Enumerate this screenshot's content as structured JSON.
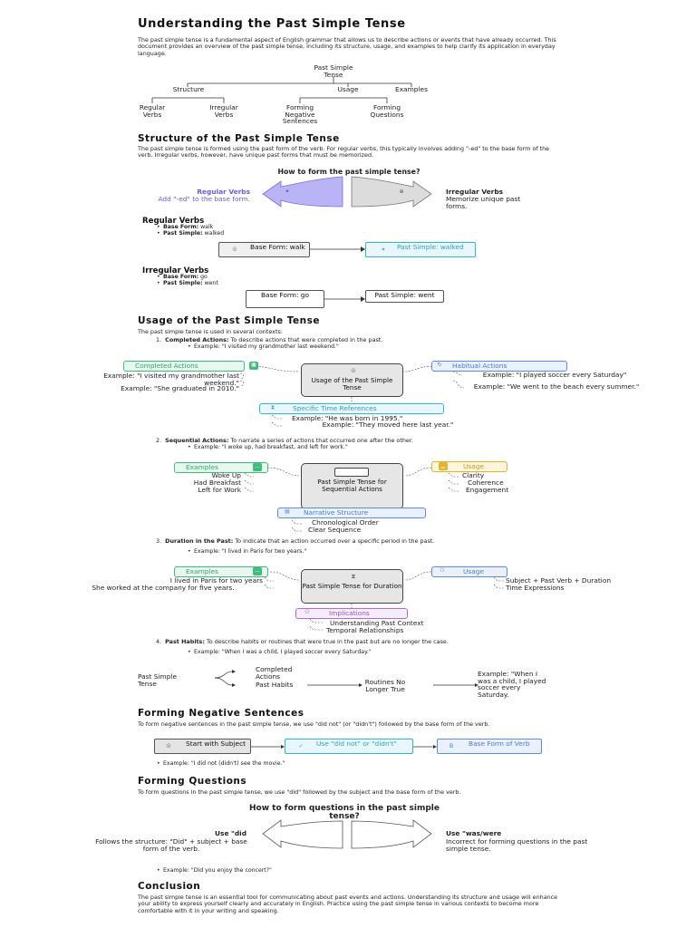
{
  "title": "Understanding the Past Simple Tense",
  "intro": "The past simple tense is a fundamental aspect of English grammar that allows us to describe actions or events that have already occurred. This document provides an overview of the past simple tense, including its structure, usage, and examples to help clarify its application in everyday language.",
  "tree": {
    "root": "Past Simple Tense",
    "structure": "Structure",
    "usage": "Usage",
    "examples": "Examples",
    "regular": "Regular Verbs",
    "irregular": "Irregular Verbs",
    "negative": "Forming Negative Sentences",
    "questions": "Forming Questions"
  },
  "structure": {
    "heading": "Structure of the Past Simple Tense",
    "text": "The past simple tense is formed using the past form of the verb. For regular verbs, this typically involves adding \"-ed\" to the base form of the verb. Irregular verbs, however, have unique past forms that must be memorized.",
    "diagram_title": "How to form the past simple tense?",
    "left_title": "Regular Verbs",
    "left_sub": "Add \"-ed\" to the base form.",
    "right_title": "Irregular Verbs",
    "right_sub": "Memorize unique past forms.",
    "regular_heading": "Regular Verbs",
    "regular_base_label": "Base Form:",
    "regular_base": "walk",
    "regular_past_label": "Past Simple:",
    "regular_past": "walked",
    "regular_box1": "Base Form: walk",
    "regular_box2": "Past Simple: walked",
    "irregular_heading": "Irregular Verbs",
    "irregular_base_label": "Base Form:",
    "irregular_base": "go",
    "irregular_past_label": "Past Simple:",
    "irregular_past": "went",
    "irregular_box1": "Base Form: go",
    "irregular_box2": "Past Simple: went"
  },
  "usage": {
    "heading": "Usage of the Past Simple Tense",
    "intro": "The past simple tense is used in several contexts:",
    "item1_label": "Completed Actions:",
    "item1_text": "To describe actions that were completed in the past.",
    "item1_example": "Example: \"I visited my grandmother last weekend.\"",
    "m1": {
      "center": "Usage of the Past Simple Tense",
      "left_pill": "Completed Actions",
      "left_a": "Example: \"I visited my grandmother last weekend.\"",
      "left_b": "Example: \"She graduated in 2010.\"",
      "right_pill": "Habitual Actions",
      "right_a": "Example: \"I played soccer every Saturday\"",
      "right_b": "Example: \"We went to the beach every summer.\"",
      "bottom_pill": "Specific Time References",
      "bottom_a": "Example: \"He was born in 1995.\"",
      "bottom_b": "Example: \"They moved here last year.\""
    },
    "item2_label": "Sequential Actions:",
    "item2_text": "To narrate a series of actions that occurred one after the other.",
    "item2_example": "Example: \"I woke up, had breakfast, and left for work.\"",
    "m2": {
      "center": "Past Simple Tense for Sequential Actions",
      "left_pill": "Examples",
      "left_a": "Woke Up",
      "left_b": "Had Breakfast",
      "left_c": "Left for Work",
      "right_pill": "Usage",
      "right_a": "Clarity",
      "right_b": "Coherence",
      "right_c": "Engagement",
      "bottom_pill": "Narrative Structure",
      "bottom_a": "Chronological Order",
      "bottom_b": "Clear Sequence"
    },
    "item3_label": "Duration in the Past:",
    "item3_text": "To indicate that an action occurred over a specific period in the past.",
    "item3_example": "Example: \"I lived in Paris for two years.\"",
    "m3": {
      "center": "Past Simple Tense for Duration",
      "left_pill": "Examples",
      "left_a": "I lived in Paris for two years",
      "left_b": "She worked at the company for five years.",
      "right_pill": "Usage",
      "right_a": "Subject + Past Verb + Duration",
      "right_b": "Time Expressions",
      "bottom_pill": "Implications",
      "bottom_a": "Understanding Past Context",
      "bottom_b": "Temporal Relationships"
    },
    "item4_label": "Past Habits:",
    "item4_text": "To describe habits or routines that were true in the past but are no longer the case.",
    "item4_example": "Example: \"When I was a child, I played soccer every Saturday.\"",
    "flow": {
      "root": "Past Simple Tense",
      "a": "Completed Actions",
      "b": "Past Habits",
      "c": "Routines No Longer True",
      "d": "Example: \"When I was a child, I played soccer every Saturday."
    }
  },
  "negative": {
    "heading": "Forming Negative Sentences",
    "text": "To form negative sentences in the past simple tense, we use \"did not\" (or \"didn't\") followed by the base form of the verb.",
    "step1": "Start with Subject",
    "step2": "Use \"did not\" or \"didn't\"",
    "step3": "Base Form of Verb",
    "example": "Example: \"I did not (didn't) see the movie.\""
  },
  "questions": {
    "heading": "Forming Questions",
    "text": "To form questions in the past simple tense, we use \"did\" followed by the subject and the base form of the verb.",
    "diagram_title": "How to form questions in the past simple tense?",
    "left_title": "Use \"did",
    "left_sub": "Follows the structure: \"Did\" + subject + base form of the verb.",
    "right_title": "Use \"was/were",
    "right_sub": "Incorrect for forming questions in the past simple tense.",
    "example": "Example: \"Did you enjoy the concert?\""
  },
  "conclusion": {
    "heading": "Conclusion",
    "text": "The past simple tense is an essential tool for communicating about past events and actions. Understanding its structure and usage will enhance your ability to express yourself clearly and accurately in English. Practice using the past simple tense in various contexts to become more comfortable with it in your writing and speaking."
  },
  "colors": {
    "green": "#3dbf7a",
    "green_bg": "#e9f8ef",
    "blue": "#5a8de6",
    "blue_bg": "#eaf1fd",
    "cyan": "#2fb6d8",
    "cyan_bg": "#e7f7fb",
    "yellow": "#e4b32a",
    "yellow_bg": "#fdf6dd",
    "purple": "#b06ad8",
    "purple_bg": "#f6ecfb",
    "violet": "#7a6cf0",
    "gray": "#bdbdbd"
  }
}
